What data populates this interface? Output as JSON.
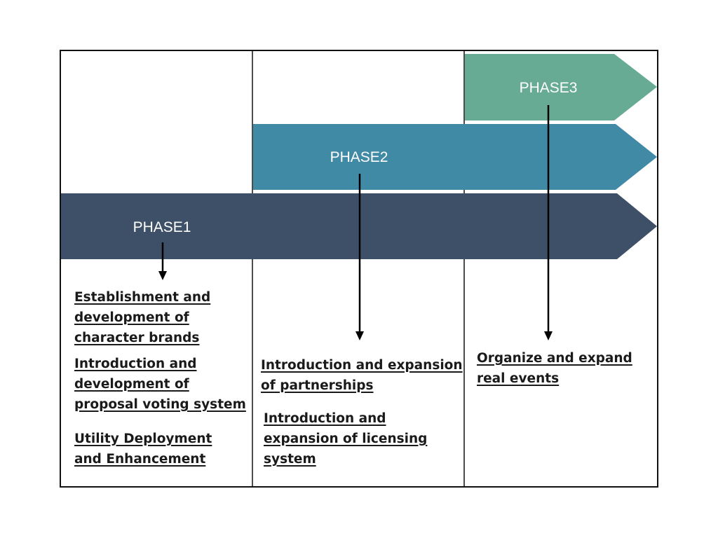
{
  "phases": {
    "phase1": {
      "label": "PHASE1",
      "color": "#3e5068"
    },
    "phase2": {
      "label": "PHASE2",
      "color": "#408aa6"
    },
    "phase3": {
      "label": "PHASE3",
      "color": "#67ab94"
    }
  },
  "columns": {
    "col1": {
      "items": [
        "Establishment and\ndevelopment of\ncharacter brands",
        "Introduction and\ndevelopment of\nproposal voting system",
        "Utility Deployment\nand Enhancement"
      ]
    },
    "col2": {
      "items": [
        "Introduction and expansion\nof partnerships",
        "Introduction and\nexpansion of licensing\nsystem"
      ]
    },
    "col3": {
      "items": [
        "Organize and expand\nreal events"
      ]
    }
  }
}
